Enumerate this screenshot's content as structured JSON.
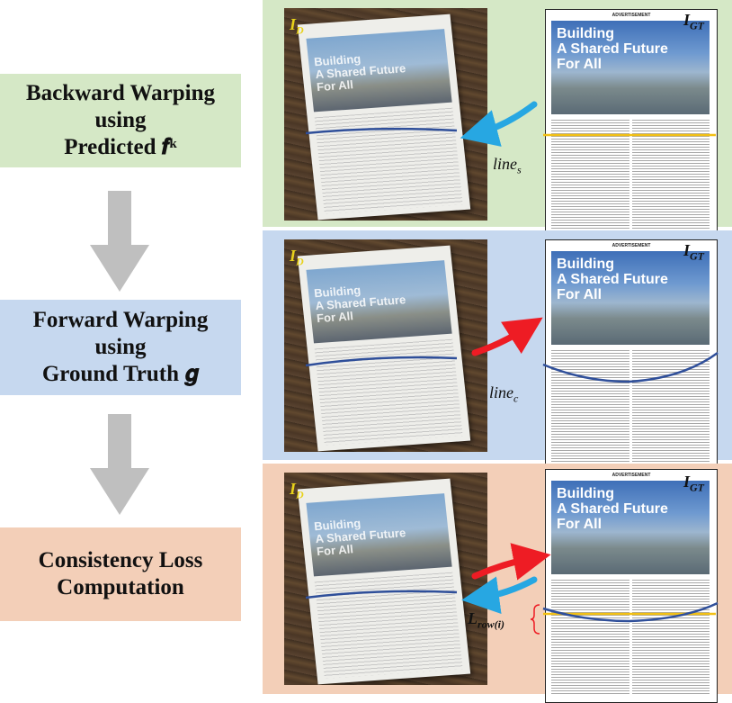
{
  "colors": {
    "green": "#d5e8c6",
    "blue": "#c6d8ef",
    "peach": "#f3cfb8",
    "arrow_gray": "#bfbfbf",
    "arrow_red": "#ee1c24",
    "arrow_blue": "#27a7e2",
    "line_yellow": "#f2c014",
    "line_blue": "#2f4f9a"
  },
  "stages": [
    {
      "line1": "Backward Warping",
      "line2": "using",
      "line3": "Predicted 𝒇ᵏ"
    },
    {
      "line1": "Forward Warping",
      "line2": "using",
      "line3": "Ground Truth 𝒈"
    },
    {
      "line1": "Consistency Loss",
      "line2": "Computation",
      "line3": ""
    }
  ],
  "panel_labels": {
    "photo_label": "I",
    "photo_sub": "D",
    "gt_label": "I",
    "gt_sub": "GT"
  },
  "document": {
    "advert": "ADVERTISEMENT",
    "title_line1": "Building",
    "title_line2": "A Shared Future",
    "title_line3": "For All"
  },
  "line_labels": {
    "s_main": "line",
    "s_sub": "s",
    "c_main": "line",
    "c_sub": "c",
    "row_main": "L",
    "row_sub": "row(i)"
  },
  "icons": [
    "down-arrow-icon",
    "curved-left-arrow-icon",
    "curved-right-arrow-icon",
    "brace-icon"
  ]
}
